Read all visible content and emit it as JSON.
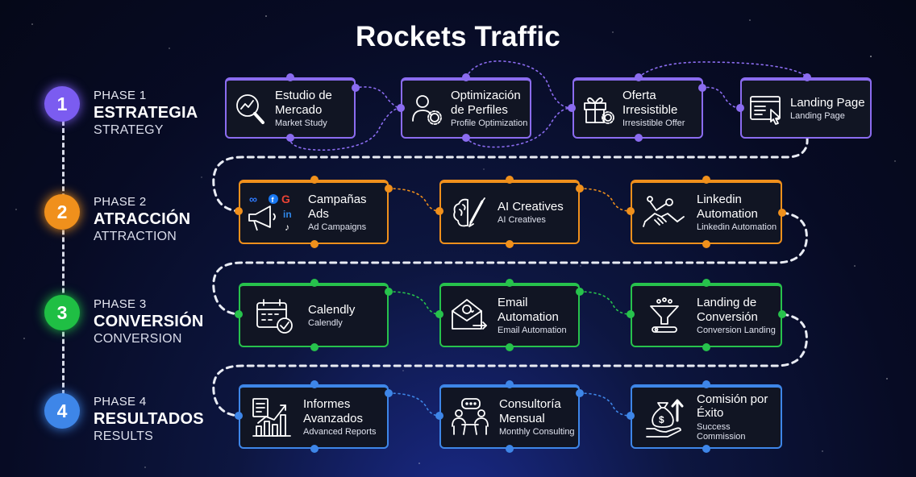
{
  "title": "Rockets Traffic",
  "colors": {
    "phase1": "#8b6cf0",
    "phase2": "#f0901c",
    "phase3": "#27c24c",
    "phase4": "#3e86e8"
  },
  "phases": [
    {
      "number": "1",
      "label": "PHASE 1",
      "name": "ESTRATEGIA",
      "sub": "STRATEGY",
      "cards": [
        {
          "title": "Estudio de Mercado",
          "subtitle": "Market Study",
          "icon": "magnifier-chart-icon"
        },
        {
          "title": "Optimización de Perfiles",
          "subtitle": "Profile Optimization",
          "icon": "user-gear-icon"
        },
        {
          "title": "Oferta Irresistible",
          "subtitle": "Irresistible Offer",
          "icon": "gift-gear-icon"
        },
        {
          "title": "Landing Page",
          "subtitle": "Landing Page",
          "icon": "browser-cursor-icon"
        }
      ]
    },
    {
      "number": "2",
      "label": "PHASE 2",
      "name": "ATRACCIÓN",
      "sub": "ATTRACTION",
      "cards": [
        {
          "title": "Campañas Ads",
          "subtitle": "Ad Campaigns",
          "icon": "megaphone-social-icon"
        },
        {
          "title": "AI Creatives",
          "subtitle": "AI Creatives",
          "icon": "brain-pencil-icon"
        },
        {
          "title": "Linkedin Automation",
          "subtitle": "Linkedin Automation",
          "icon": "robot-handshake-icon"
        }
      ]
    },
    {
      "number": "3",
      "label": "PHASE 3",
      "name": "CONVERSIÓN",
      "sub": "CONVERSION",
      "cards": [
        {
          "title": "Calendly",
          "subtitle": "Calendly",
          "icon": "calendar-check-icon"
        },
        {
          "title": "Email Automation",
          "subtitle": "Email Automation",
          "icon": "envelope-arrow-icon"
        },
        {
          "title": "Landing de Conversión",
          "subtitle": "Conversion Landing",
          "icon": "funnel-icon"
        }
      ]
    },
    {
      "number": "4",
      "label": "PHASE 4",
      "name": "RESULTADOS",
      "sub": "RESULTS",
      "cards": [
        {
          "title": "Informes Avanzados",
          "subtitle": "Advanced Reports",
          "icon": "report-chart-icon"
        },
        {
          "title": "Consultoría Mensual",
          "subtitle": "Monthly Consulting",
          "icon": "meeting-icon"
        },
        {
          "title": "Comisión por Éxito",
          "subtitle": "Success Commission",
          "icon": "money-bag-hand-icon"
        }
      ]
    }
  ]
}
